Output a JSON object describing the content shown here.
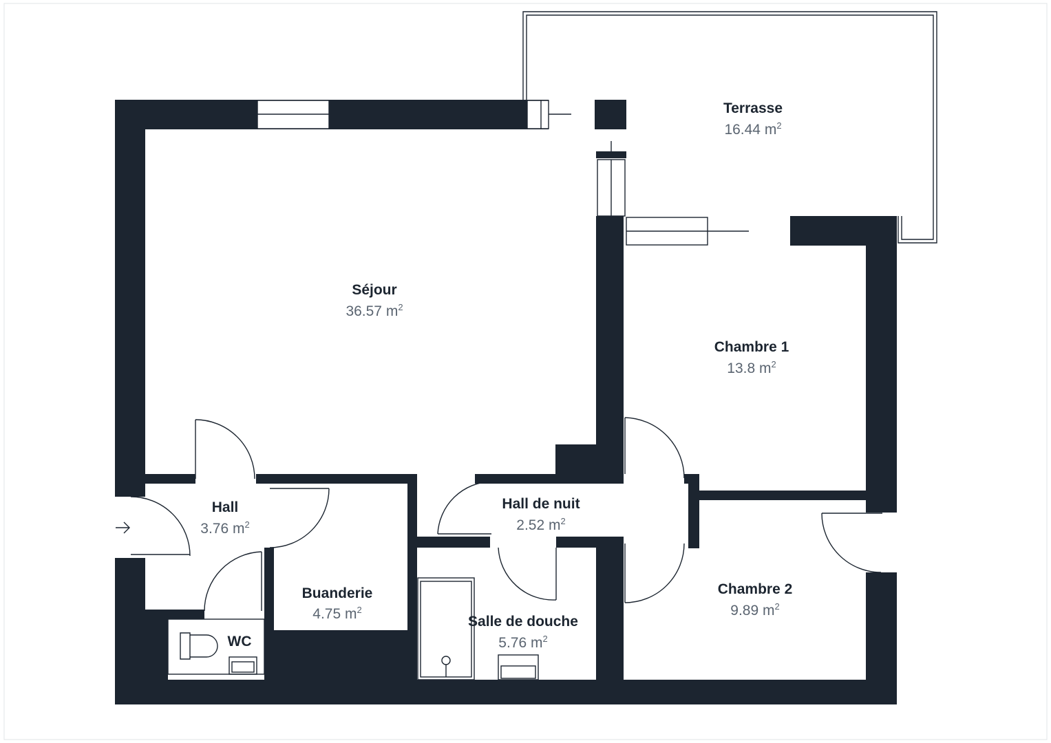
{
  "rooms": [
    {
      "id": "terrasse",
      "name": "Terrasse",
      "area": "16.44 m",
      "unit_sup": "2"
    },
    {
      "id": "sejour",
      "name": "Séjour",
      "area": "36.57 m",
      "unit_sup": "2"
    },
    {
      "id": "chambre1",
      "name": "Chambre 1",
      "area": "13.8 m",
      "unit_sup": "2"
    },
    {
      "id": "hall",
      "name": "Hall",
      "area": "3.76 m",
      "unit_sup": "2"
    },
    {
      "id": "halldenuit",
      "name": "Hall de nuit",
      "area": "2.52 m",
      "unit_sup": "2"
    },
    {
      "id": "buanderie",
      "name": "Buanderie",
      "area": "4.75 m",
      "unit_sup": "2"
    },
    {
      "id": "salledouche",
      "name": "Salle de douche",
      "area": "5.76 m",
      "unit_sup": "2"
    },
    {
      "id": "chambre2",
      "name": "Chambre 2",
      "area": "9.89 m",
      "unit_sup": "2"
    },
    {
      "id": "wc",
      "name": "WC",
      "area": "",
      "unit_sup": ""
    }
  ],
  "entrance_icon": "arrow-right-icon",
  "colors": {
    "wall": "#1c2530",
    "area_text": "#5a6470",
    "background": "#ffffff"
  }
}
